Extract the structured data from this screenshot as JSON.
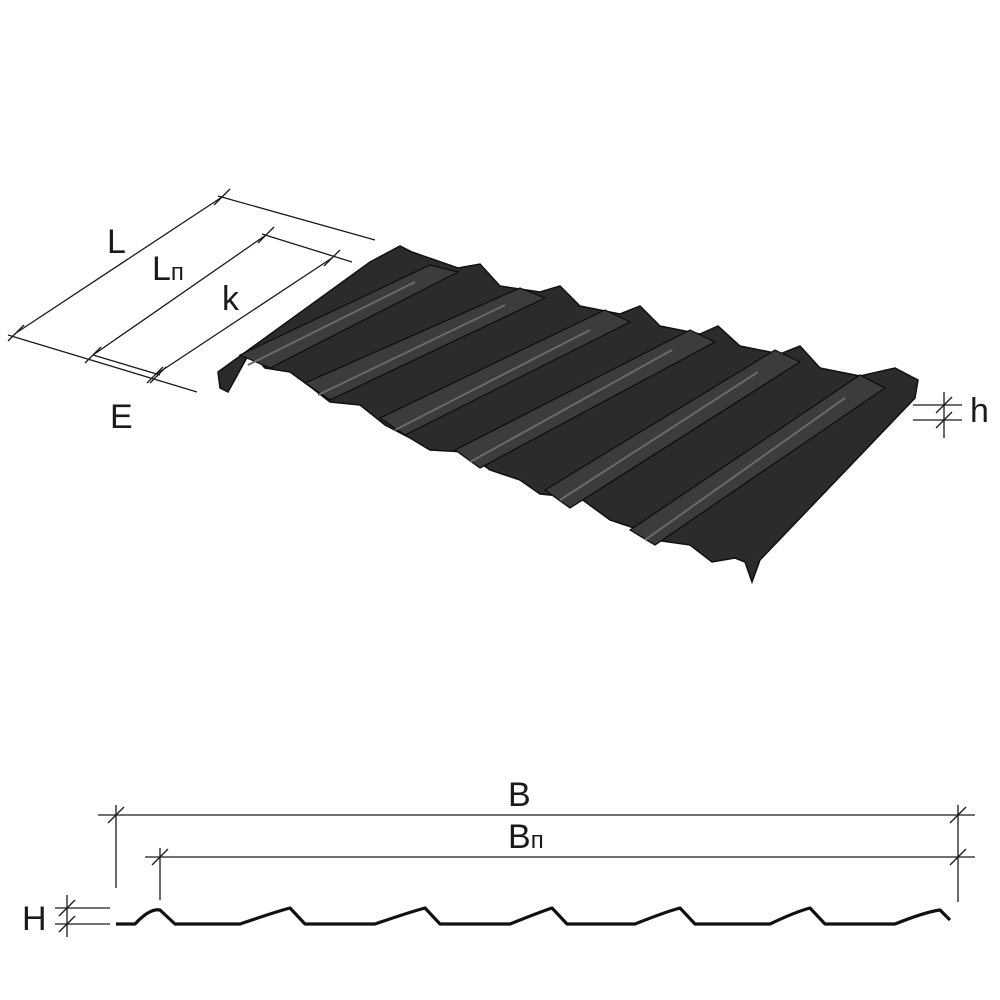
{
  "diagram": {
    "top_view_labels": {
      "L": "L",
      "Lp_main": "L",
      "Lp_sub": "п",
      "k": "k",
      "E": "E",
      "h": "h"
    },
    "profile_labels": {
      "B": "B",
      "Bp_main": "B",
      "Bp_sub": "п",
      "H": "H"
    },
    "colors": {
      "tile": "#2b2b2b",
      "tile_edge": "#111111",
      "lines": "#1a1a1a"
    }
  }
}
